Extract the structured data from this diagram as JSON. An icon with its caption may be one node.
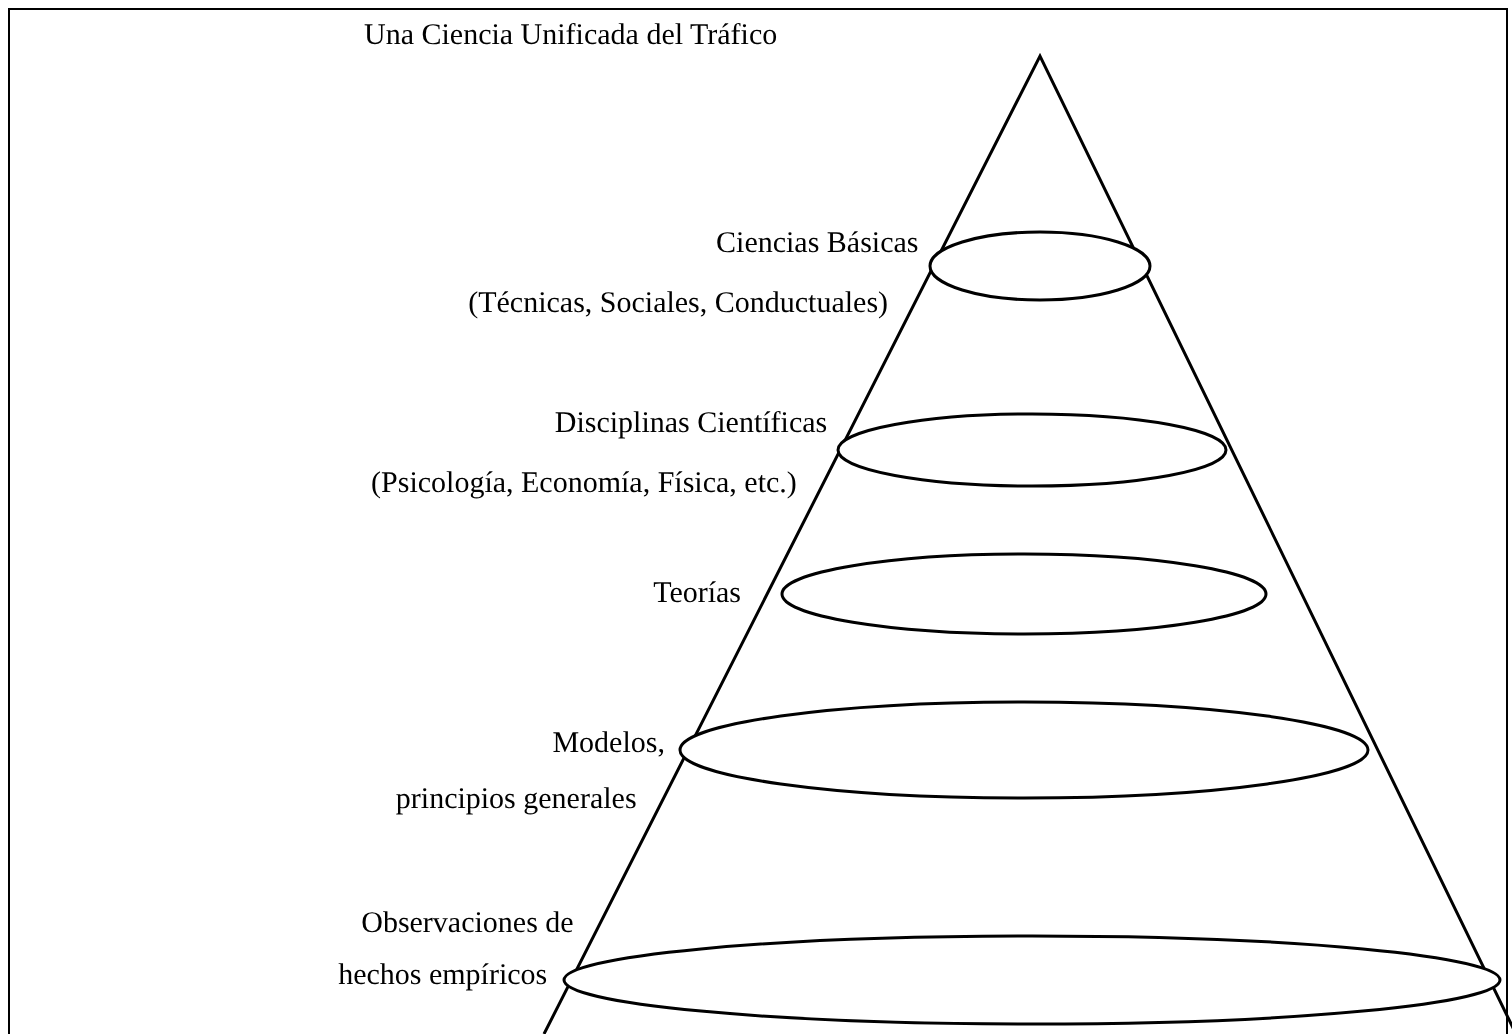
{
  "diagram": {
    "title": "Una Ciencia Unificada del Tráfico",
    "nodes": [
      {
        "text": [],
        "shape": "ellipse",
        "beside": [
          "Ciencias Básicas",
          "(Técnicas, Sociales, Conductuales)"
        ]
      },
      {
        "text": [],
        "shape": "ellipse",
        "beside": [
          "Disciplinas Científicas",
          "(Psicología, Economía, Física, etc.)"
        ]
      },
      {
        "text": [],
        "shape": "ellipse",
        "beside": [
          "Teorías"
        ]
      },
      {
        "text": [],
        "shape": "ellipse",
        "beside": [
          "Modelos,",
          "principios generales"
        ]
      },
      {
        "text": [],
        "shape": "ellipse",
        "beside": [
          "Observaciones de",
          "hechos empíricos"
        ]
      }
    ]
  }
}
